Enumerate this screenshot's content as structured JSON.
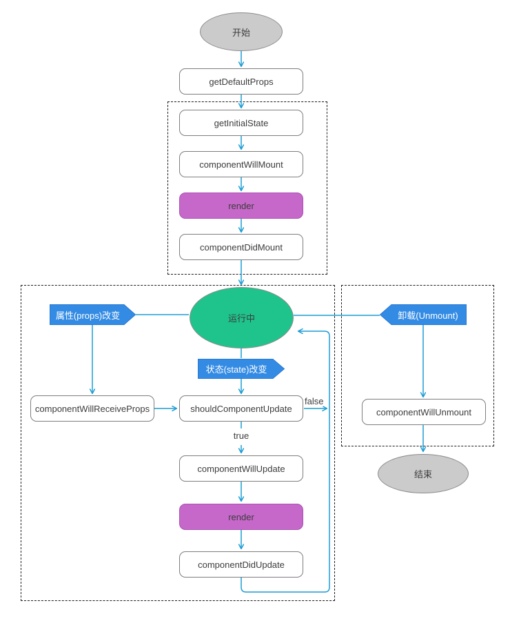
{
  "nodes": {
    "start": "开始",
    "get_default_props": "getDefaultProps",
    "get_initial_state": "getInitialState",
    "component_will_mount": "componentWillMount",
    "render_mount": "render",
    "component_did_mount": "componentDidMount",
    "running": "运行中",
    "props_change": "属性(props)改变",
    "state_change": "状态(state)改变",
    "component_will_receive_props": "componentWillReceiveProps",
    "should_component_update": "shouldComponentUpdate",
    "component_will_update": "componentWillUpdate",
    "render_update": "render",
    "component_did_update": "componentDidUpdate",
    "unmount": "卸载(Unmount)",
    "component_will_unmount": "componentWillUnmount",
    "end": "结束"
  },
  "edge_labels": {
    "true": "true",
    "false": "false"
  },
  "colors": {
    "arrow": "#1b9cd4",
    "pentagon_fill": "#348be4",
    "pentagon_border": "#2679d2",
    "green_ellipse": "#1ec48c",
    "gray_ellipse": "#cbcbcb",
    "ellipse_border": "#8a8a8a",
    "render_fill": "#c668c9",
    "render_border": "#aa50b2",
    "node_border": "#7d7d7d",
    "text": "#3c3c3c",
    "dashed_border": "#1a1a1a"
  }
}
